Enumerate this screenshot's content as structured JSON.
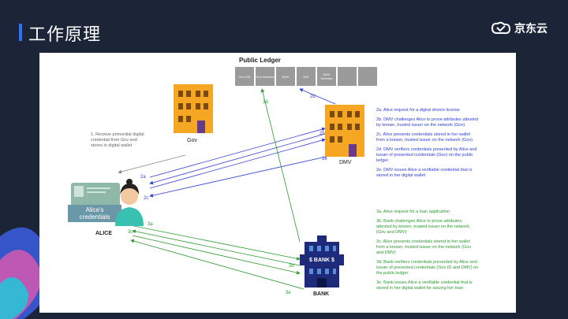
{
  "title": "工作原理",
  "brand": {
    "name": "京东云"
  },
  "ledger": {
    "title": "Public Ledger",
    "cells": [
      "Gov DID",
      "Gov Schema",
      "DMV",
      "DID",
      "DMV Schema",
      "",
      ""
    ]
  },
  "actors": {
    "gov": "Gov",
    "dmv": "DMV",
    "alice": "ALICE",
    "bank": "BANK"
  },
  "credential": {
    "line1": "Alice's",
    "line2": "credentials"
  },
  "bank_sign": "$ BANK $",
  "gov_note": [
    "1. Receive primordial digital",
    "credential from Gov and",
    "stores in digital wallet"
  ],
  "arrow_labels": {
    "a2": "2a",
    "b2": "2b",
    "c2": "2c",
    "d2": "2d",
    "e2": "2e",
    "a3": "3a",
    "b3": "3b",
    "c3": "3c",
    "d3": "3d",
    "e3": "3e"
  },
  "steps_dmv": [
    [
      "2a. Alice request for a digital drivers license"
    ],
    [
      "2b. DMV challenges Alice to prove attributes attested",
      "by known, trusted issuer on the network (Gov)"
    ],
    [
      "2c. Alice presents credentials stored in her wallet",
      "from a known, trusted issuer on the network (Gov)"
    ],
    [
      "2d. DMV verifiers credentials presented by Alice and",
      "issuer of presented credentials (Gov) on the public",
      "ledger"
    ],
    [
      "2e. DMV issues Alice a verifiable credential that is",
      "stored in her digital wallet"
    ]
  ],
  "steps_bank": [
    [
      "3a. Alice request for a loan application"
    ],
    [
      "3b. Bank challenges Alice to prove attributes",
      "attested by known, trusted issuer on the network",
      "(Gov and DMV)"
    ],
    [
      "3c. Alice presents credentials stored in her wallet",
      "from a known, trusted issuer on the network (Gov",
      "and DMV)"
    ],
    [
      "3d. Bank verifiers credentials presented by Alice and",
      "issuer of presented credentials (Gov ID and DMV) on",
      "the public ledger"
    ],
    [
      "3e. Bank issues Alice a verifiable credential that is",
      "stored in her digital wallet for issuing her loan"
    ]
  ],
  "colors": {
    "blue": "#2e3ed6",
    "green": "#2b9a2f",
    "building": "#f5a623",
    "bank": "#1e2a7a",
    "credential": "#8fb8a8"
  }
}
